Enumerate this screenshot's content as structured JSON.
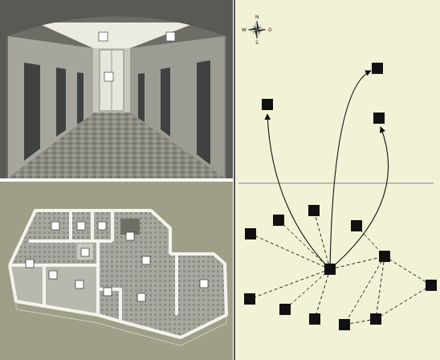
{
  "diagram": {
    "labels": [
      "N",
      "W",
      "O",
      "S"
    ]
  }
}
